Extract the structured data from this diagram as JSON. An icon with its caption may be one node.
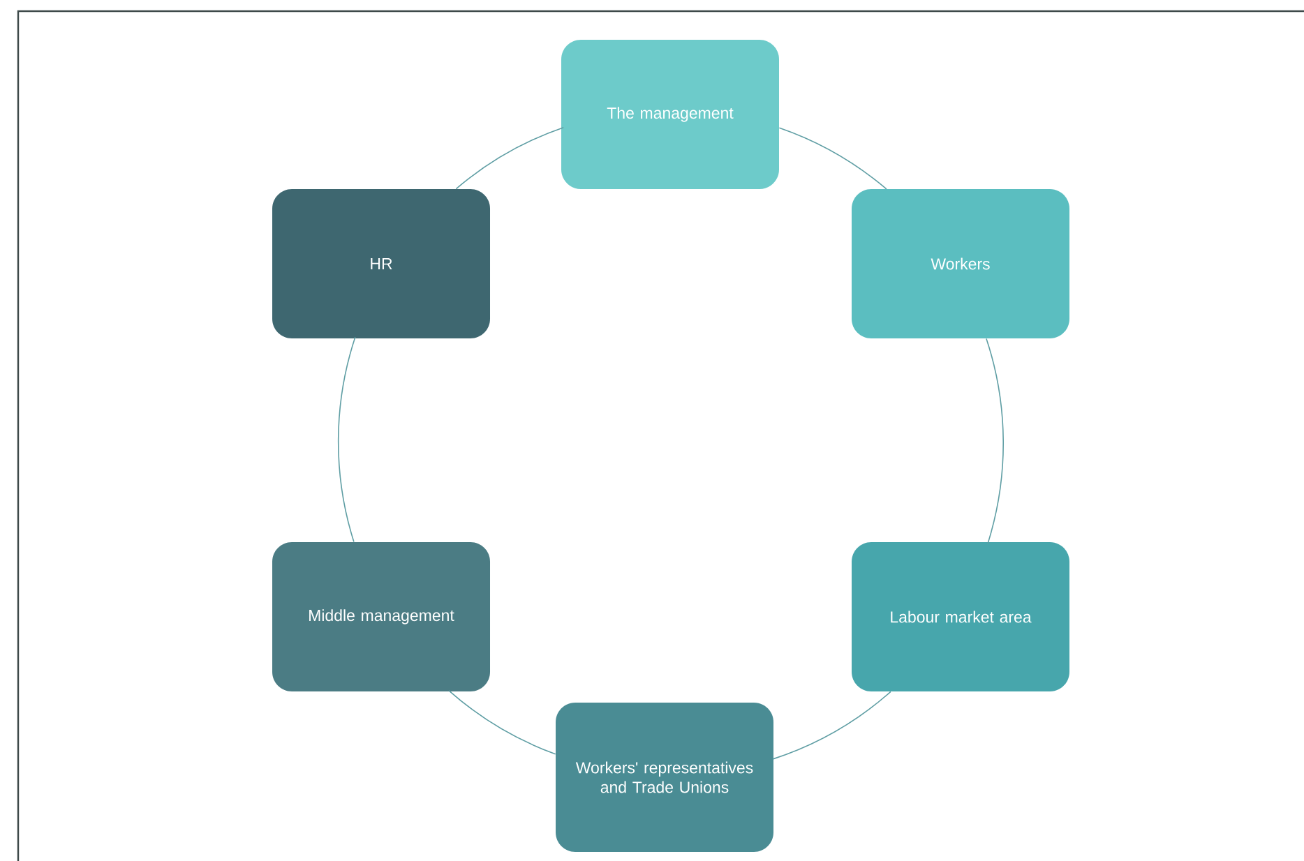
{
  "diagram": {
    "nodes": [
      {
        "text": [
          "The management"
        ]
      },
      {
        "text": [
          "Workers"
        ]
      },
      {
        "text": [
          "Labour market area"
        ]
      },
      {
        "text": [
          "Workers' representatives and Trade Unions"
        ]
      },
      {
        "text": [
          "Middle management"
        ]
      },
      {
        "text": [
          "HR"
        ]
      }
    ],
    "edges": [
      {
        "from": 0,
        "to": 1,
        "arrow": "none"
      },
      {
        "from": 1,
        "to": 2,
        "arrow": "none"
      },
      {
        "from": 2,
        "to": 3,
        "arrow": "none"
      },
      {
        "from": 3,
        "to": 4,
        "arrow": "none"
      },
      {
        "from": 4,
        "to": 5,
        "arrow": "none"
      },
      {
        "from": 5,
        "to": 0,
        "arrow": "none"
      }
    ]
  }
}
